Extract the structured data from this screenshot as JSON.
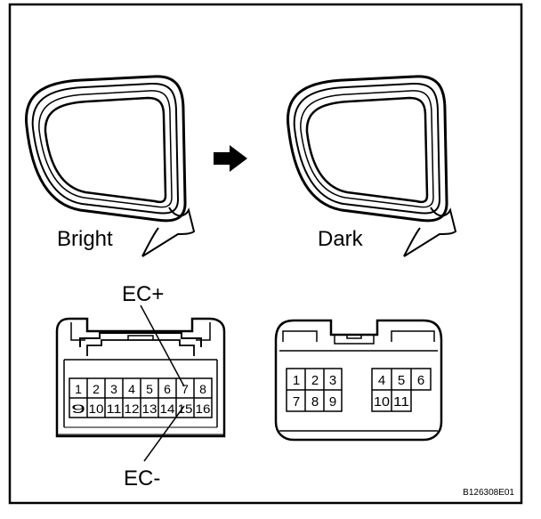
{
  "mirror_states": {
    "left": "Bright",
    "right": "Dark"
  },
  "terminals": {
    "positive": "EC+",
    "negative": "EC-"
  },
  "connector_left": {
    "row1": [
      "1",
      "2",
      "3",
      "4",
      "5",
      "6",
      "7",
      "8"
    ],
    "row2": [
      "9",
      "10",
      "11",
      "12",
      "13",
      "14",
      "15",
      "16"
    ]
  },
  "connector_right": {
    "row1": [
      "1",
      "2",
      "3",
      "4",
      "5",
      "6"
    ],
    "row2": [
      "7",
      "8",
      "9",
      "10",
      "11"
    ]
  },
  "figure_code": "B126308E01"
}
